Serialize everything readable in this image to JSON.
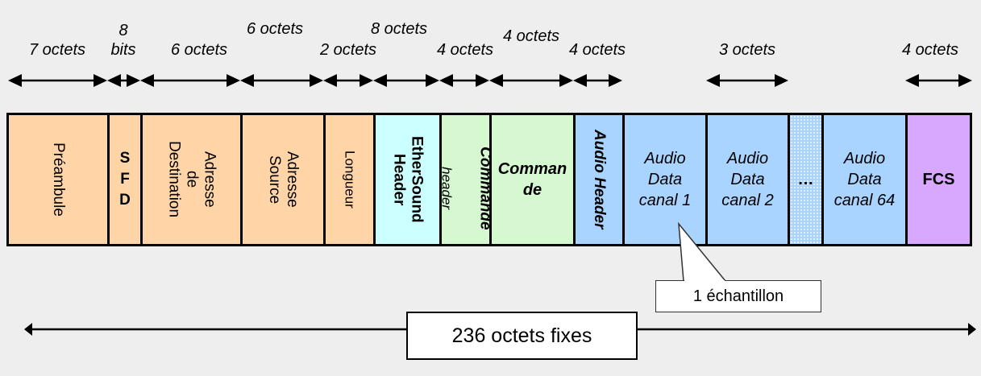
{
  "title": "EtherSound frame structure",
  "colors": {
    "ethernet": "#ffd5a8",
    "ethersound": "#ccffff",
    "commande": "#d5f8d0",
    "audio": "#a8d4ff",
    "fcs": "#d8a8ff",
    "background": "#eeeeee"
  },
  "size_labels": [
    {
      "id": "preambule",
      "text": "7 octets"
    },
    {
      "id": "sfd",
      "text": "8\nbits"
    },
    {
      "id": "dest",
      "text": "6 octets"
    },
    {
      "id": "src",
      "text": "6 octets"
    },
    {
      "id": "longueur",
      "text": "2 octets"
    },
    {
      "id": "ethersound",
      "text": "8 octets"
    },
    {
      "id": "cmd_header",
      "text": "4 octets"
    },
    {
      "id": "commande",
      "text": "4 octets"
    },
    {
      "id": "audio_header",
      "text": "4 octets"
    },
    {
      "id": "audio_data",
      "text": "3 octets"
    },
    {
      "id": "fcs",
      "text": "4 octets"
    }
  ],
  "fields": [
    {
      "id": "preambule",
      "label": "Préambule",
      "orientation": "vertical",
      "style": "normal",
      "color": "ethernet"
    },
    {
      "id": "sfd",
      "label": "S F D",
      "orientation": "vertical-stack",
      "style": "bold",
      "color": "ethernet"
    },
    {
      "id": "dest",
      "label": "Adresse\nde\nDestination",
      "orientation": "vertical",
      "style": "normal",
      "color": "ethernet"
    },
    {
      "id": "src",
      "label": "Adresse\nSource",
      "orientation": "vertical",
      "style": "normal",
      "color": "ethernet"
    },
    {
      "id": "longueur",
      "label": "Longueur",
      "orientation": "vertical",
      "style": "normal",
      "color": "ethernet"
    },
    {
      "id": "ethersound",
      "label": "EtherSound\nHeader",
      "orientation": "vertical",
      "style": "normal",
      "color": "ethersound"
    },
    {
      "id": "cmd_header",
      "label": "Commande",
      "sublabel": "header",
      "orientation": "vertical",
      "style": "bold-italic",
      "color": "commande"
    },
    {
      "id": "commande",
      "label": "Comman\nde",
      "orientation": "horizontal",
      "style": "bold-italic",
      "color": "commande"
    },
    {
      "id": "audio_header",
      "label": "Audio Header",
      "orientation": "vertical",
      "style": "bold-italic",
      "color": "audio"
    },
    {
      "id": "audio1",
      "label": "Audio\nData\ncanal 1",
      "orientation": "horizontal",
      "style": "italic",
      "color": "audio"
    },
    {
      "id": "audio2",
      "label": "Audio\nData\ncanal 2",
      "orientation": "horizontal",
      "style": "italic",
      "color": "audio"
    },
    {
      "id": "ellipsis",
      "label": "…",
      "orientation": "horizontal",
      "style": "bold",
      "color": "audio"
    },
    {
      "id": "audio64",
      "label": "Audio\nData\ncanal 64",
      "orientation": "horizontal",
      "style": "italic",
      "color": "audio"
    },
    {
      "id": "fcs",
      "label": "FCS",
      "orientation": "horizontal",
      "style": "bold",
      "color": "fcs"
    }
  ],
  "callout": {
    "text": "1 échantillon"
  },
  "total": {
    "text": "236 octets fixes"
  }
}
